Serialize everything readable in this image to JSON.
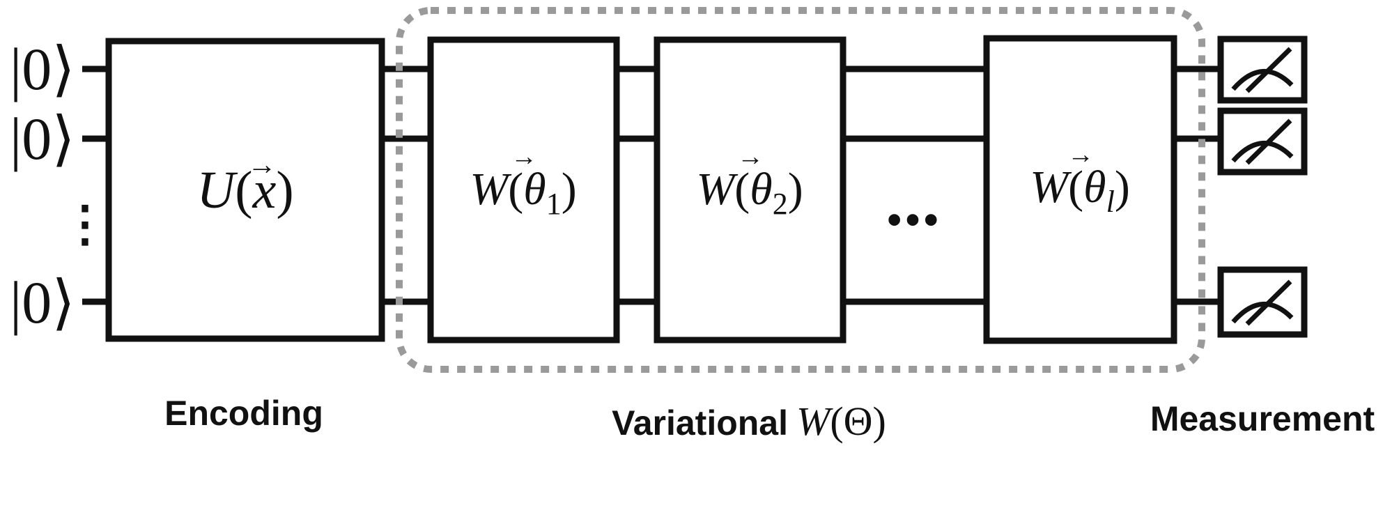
{
  "inputs": {
    "qubit_1": "|0⟩",
    "qubit_2": "|0⟩",
    "qubit_n": "|0⟩",
    "vertical_ellipsis": "⋮"
  },
  "gates": {
    "encoding": {
      "op": "U",
      "arg": "x"
    },
    "layer_1": {
      "op": "W",
      "arg": "θ",
      "sub": "1"
    },
    "layer_2": {
      "op": "W",
      "arg": "θ",
      "sub": "2"
    },
    "layer_l": {
      "op": "W",
      "arg": "θ",
      "sub": "l"
    }
  },
  "vector_arrow": "→",
  "layer_ellipsis": "•••",
  "captions": {
    "encoding": "Encoding",
    "variational_word": "Variational",
    "variational_op": "W",
    "variational_arg": "Θ",
    "measurement": "Measurement"
  }
}
